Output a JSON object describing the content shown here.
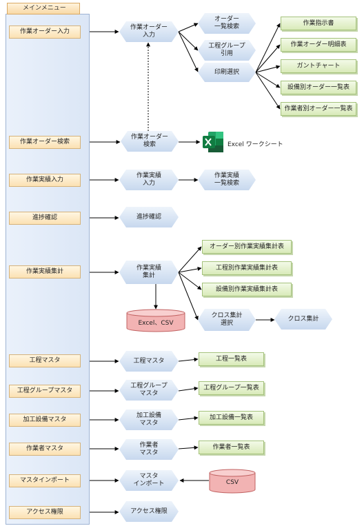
{
  "diagram": {
    "menu_title": "メインメニュー",
    "menu_items": [
      {
        "id": "order-entry",
        "label": "作業オーダー入力"
      },
      {
        "id": "order-search",
        "label": "作業オーダー検索"
      },
      {
        "id": "result-entry",
        "label": "作業実績入力"
      },
      {
        "id": "progress-check",
        "label": "進捗確認"
      },
      {
        "id": "result-summary",
        "label": "作業実績集計"
      },
      {
        "id": "process-master",
        "label": "工程マスタ"
      },
      {
        "id": "process-group-master",
        "label": "工程グループマスタ"
      },
      {
        "id": "equipment-master",
        "label": "加工設備マスタ"
      },
      {
        "id": "worker-master",
        "label": "作業者マスタ"
      },
      {
        "id": "master-import",
        "label": "マスタインポート"
      },
      {
        "id": "access-rights",
        "label": "アクセス権限"
      }
    ],
    "process_nodes": {
      "order_entry": "作業オーダー\n入力",
      "order_list_search": "オーダー\n一覧検索",
      "process_group_ref": "工程グループ\n引用",
      "print_select": "印刷選択",
      "order_search": "作業オーダー\n検索",
      "result_entry": "作業実績\n入力",
      "result_list_search": "作業実績\n一覧検索",
      "progress_check": "進捗確認",
      "result_summary": "作業実績\n集計",
      "cross_select": "クロス集計\n選択",
      "cross_summary": "クロス集計",
      "process_master": "工程マスタ",
      "process_group_master": "工程グループ\nマスタ",
      "equipment_master": "加工設備\nマスタ",
      "worker_master": "作業者\nマスタ",
      "master_import": "マスタ\nインポート",
      "access_rights": "アクセス権限"
    },
    "print_outputs": [
      "作業指示書",
      "作業オーダー明細表",
      "ガントチャート",
      "設備別オーダー一覧表",
      "作業者別オーダー一覧表"
    ],
    "summary_outputs": [
      "オーダー別作業実績集計表",
      "工程別作業実績集計表",
      "設備別作業実績集計表"
    ],
    "master_outputs": {
      "process_list": "工程一覧表",
      "process_group_list": "工程グループ一覧表",
      "equipment_list": "加工設備一覧表",
      "worker_list": "作業者一覧表"
    },
    "excel_sheet_label": "Excel ワークシート",
    "excel_csv_label": "Excel、CSV",
    "csv_label": "CSV",
    "colors": {
      "excel_green": "#1d6f42",
      "cylinder_red": "#e88a8a",
      "arrow": "#000000"
    }
  }
}
